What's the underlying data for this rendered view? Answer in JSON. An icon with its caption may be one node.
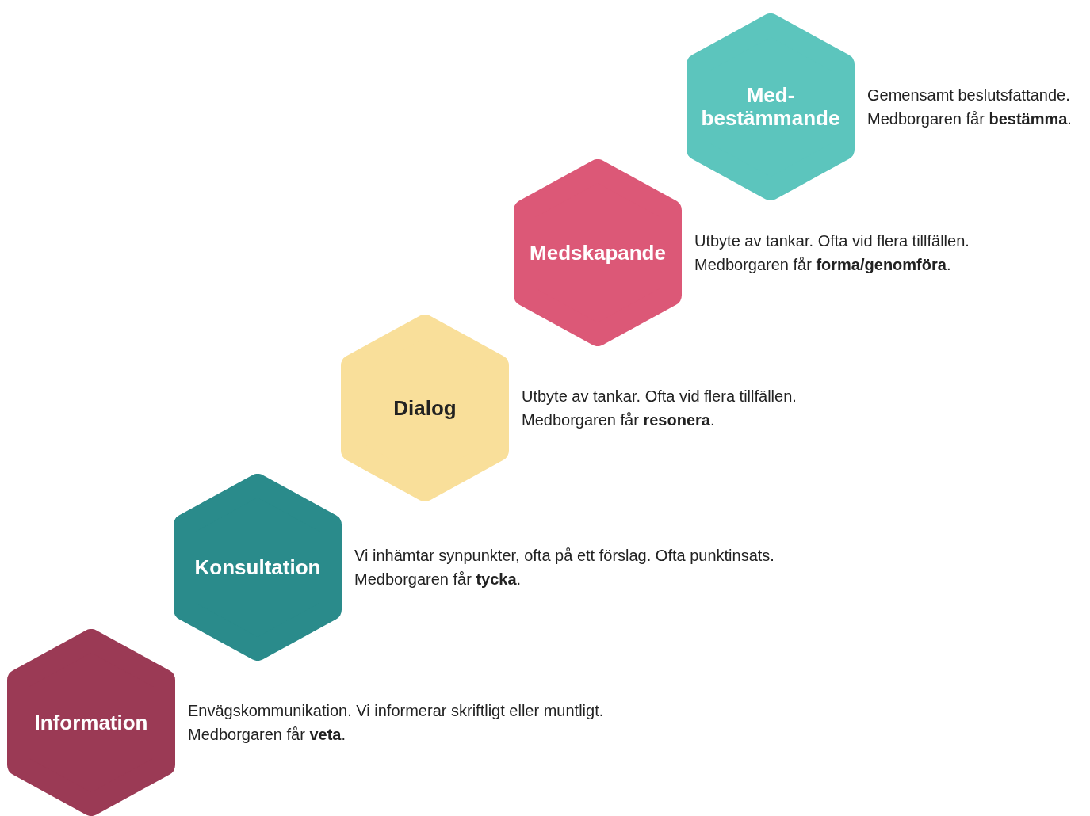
{
  "diagram": {
    "nodes": [
      {
        "text": [
          "Med-bestämmande"
        ],
        "beside": [
          "Gemensamt beslutsfattande.",
          "Medborgaren får **bestämma**."
        ]
      },
      {
        "text": [
          "Medskapande"
        ],
        "beside": [
          "Utbyte av tankar. Ofta vid flera tillfällen.",
          "Medborgaren får **forma/genomföra**."
        ]
      },
      {
        "text": [
          "Dialog"
        ],
        "beside": [
          "Utbyte av tankar. Ofta vid flera tillfällen.",
          "Medborgaren får **resonera**."
        ]
      },
      {
        "text": [
          "Konsultation"
        ],
        "beside": [
          "Vi inhämtar synpunkter, ofta på ett förslag. Ofta punktinsats.",
          "Medborgaren får **tycka**."
        ]
      },
      {
        "text": [
          "Information"
        ],
        "beside": [
          "Envägskommunikation. Vi informerar skriftligt eller muntligt.",
          "Medborgaren får **veta**."
        ]
      }
    ]
  }
}
